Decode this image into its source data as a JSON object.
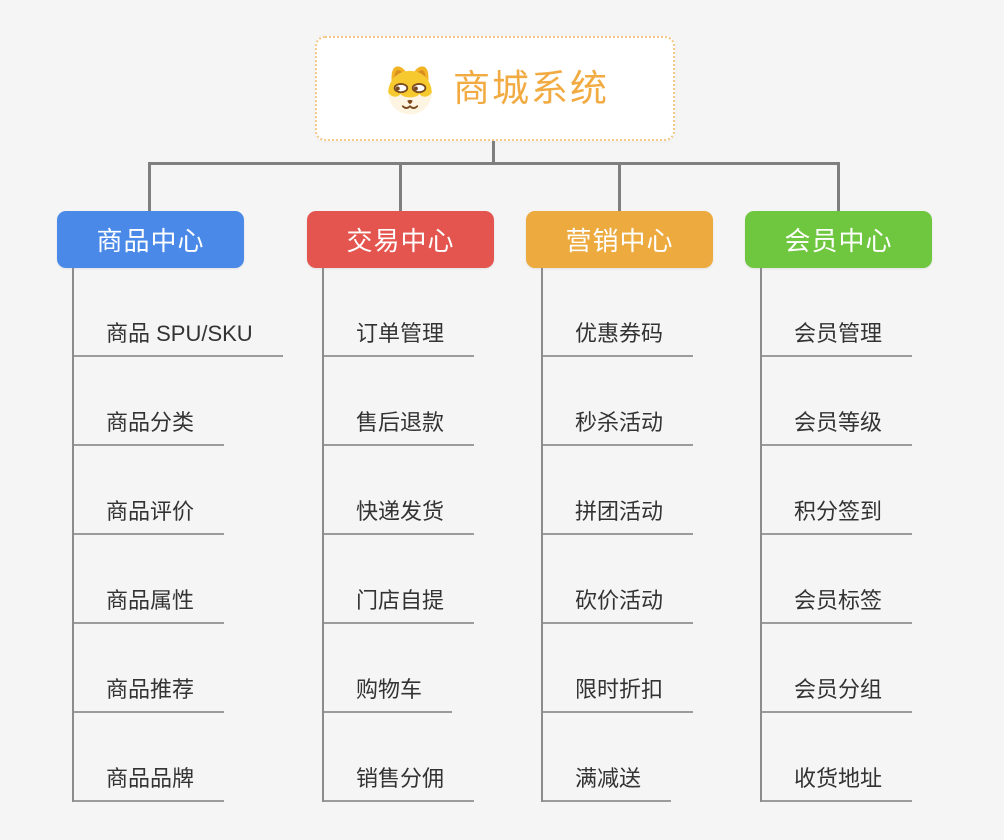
{
  "root": {
    "title": "商城系统",
    "icon": "dog-face-icon"
  },
  "colors": {
    "background": "#f5f5f5",
    "root_border": "#f3c787",
    "root_text": "#f1ab42",
    "connector": "#7f7f7f",
    "leaf_text": "#333333",
    "leaf_underline": "#9b9b9b"
  },
  "branches": [
    {
      "label": "商品中心",
      "color": "#4a89e8",
      "children": [
        "商品 SPU/SKU",
        "商品分类",
        "商品评价",
        "商品属性",
        "商品推荐",
        "商品品牌"
      ]
    },
    {
      "label": "交易中心",
      "color": "#e4554f",
      "children": [
        "订单管理",
        "售后退款",
        "快递发货",
        "门店自提",
        "购物车",
        "销售分佣"
      ]
    },
    {
      "label": "营销中心",
      "color": "#ecaa3f",
      "children": [
        "优惠券码",
        "秒杀活动",
        "拼团活动",
        "砍价活动",
        "限时折扣",
        "满减送"
      ]
    },
    {
      "label": "会员中心",
      "color": "#6fc63f",
      "children": [
        "会员管理",
        "会员等级",
        "积分签到",
        "会员标签",
        "会员分组",
        "收货地址"
      ]
    }
  ]
}
